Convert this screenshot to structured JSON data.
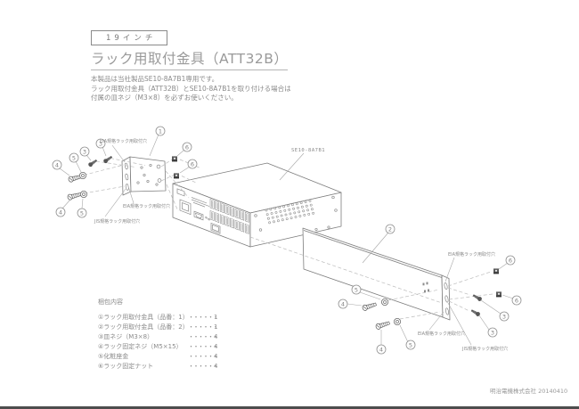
{
  "header": {
    "size_tag": "19インチ",
    "title": "ラック用取付金具（ATT32B）",
    "desc_lines": [
      "本製品は当社製品SE10-8A7B1専用です。",
      "ラック用取付金具（ATT32B）とSE10-8A7B1を取り付ける場合は",
      "付属の皿ネジ（M3×8）を必ずお使いください。"
    ]
  },
  "diagram": {
    "device_label": "SE10-8A7B1",
    "eia_hole_label": "EIA規格ラック用取付穴",
    "jis_hole_label": "JIS規格ラック用取付穴",
    "callouts": {
      "n1": "1",
      "n2": "2",
      "n3": "3",
      "n4": "4",
      "n5": "5",
      "n6": "6"
    }
  },
  "packing": {
    "heading": "梱包内容",
    "items": [
      {
        "num": "①",
        "name": "ラック用取付金具（品番：1）",
        "dots": "・・・・・・",
        "qty": "1"
      },
      {
        "num": "②",
        "name": "ラック用取付金具（品番：2）",
        "dots": "・・・・・・",
        "qty": "1"
      },
      {
        "num": "③",
        "name": "皿ネジ（M3×8）",
        "dots": "・・・・・・",
        "qty": "4"
      },
      {
        "num": "④",
        "name": "ラック固定ネジ（M5×15）",
        "dots": "・・・・・・",
        "qty": "4"
      },
      {
        "num": "⑤",
        "name": "化粧座金",
        "dots": "・・・・・・",
        "qty": "4"
      },
      {
        "num": "⑥",
        "name": "ラック固定ナット",
        "dots": "・・・・・・",
        "qty": "4"
      }
    ]
  },
  "footer": {
    "company": "明治電機株式会社",
    "date": "20140410"
  }
}
